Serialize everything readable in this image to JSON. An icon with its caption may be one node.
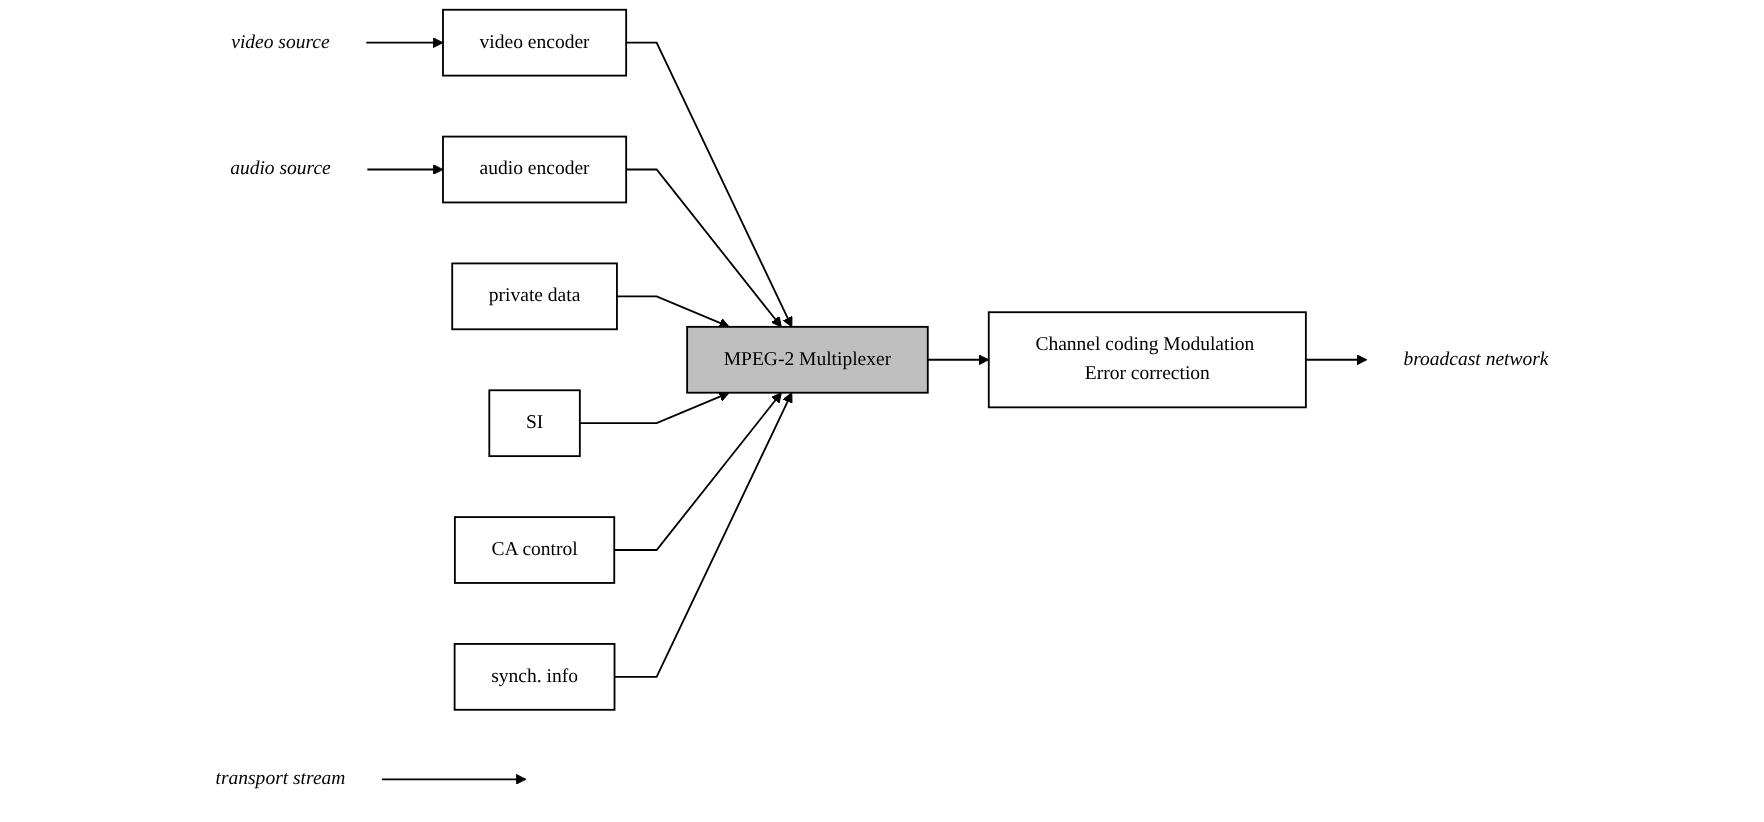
{
  "diagram": {
    "nodes": [
      {
        "text": [
          "video source"
        ]
      },
      {
        "text": [
          "video encoder"
        ]
      },
      {
        "text": [
          "audio source"
        ]
      },
      {
        "text": [
          "audio encoder"
        ]
      },
      {
        "text": [
          "private data"
        ]
      },
      {
        "text": [
          "SI"
        ]
      },
      {
        "text": [
          "CA control"
        ]
      },
      {
        "text": [
          "synch. info"
        ]
      },
      {
        "text": [
          "MPEG-2 Multiplexer"
        ]
      },
      {
        "text": [
          "transport stream"
        ]
      },
      {
        "text": [
          "Channel coding Modulation Error correction"
        ]
      },
      {
        "text": [
          "broadcast network"
        ]
      }
    ],
    "edges": [
      {
        "from": 0,
        "to": 1,
        "arrow": "to"
      },
      {
        "from": 2,
        "to": 3,
        "arrow": "to"
      },
      {
        "from": 1,
        "to": 8,
        "arrow": "to"
      },
      {
        "from": 3,
        "to": 8,
        "arrow": "to"
      },
      {
        "from": 4,
        "to": 8,
        "arrow": "to"
      },
      {
        "from": 5,
        "to": 8,
        "arrow": "to"
      },
      {
        "from": 6,
        "to": 8,
        "arrow": "to"
      },
      {
        "from": 7,
        "to": 8,
        "arrow": "to"
      },
      {
        "from": 8,
        "to": 10,
        "arrow": "to"
      },
      {
        "from": 10,
        "to": 11,
        "arrow": "to"
      },
      {
        "from": 9,
        "to": null,
        "arrow": "to"
      }
    ]
  }
}
